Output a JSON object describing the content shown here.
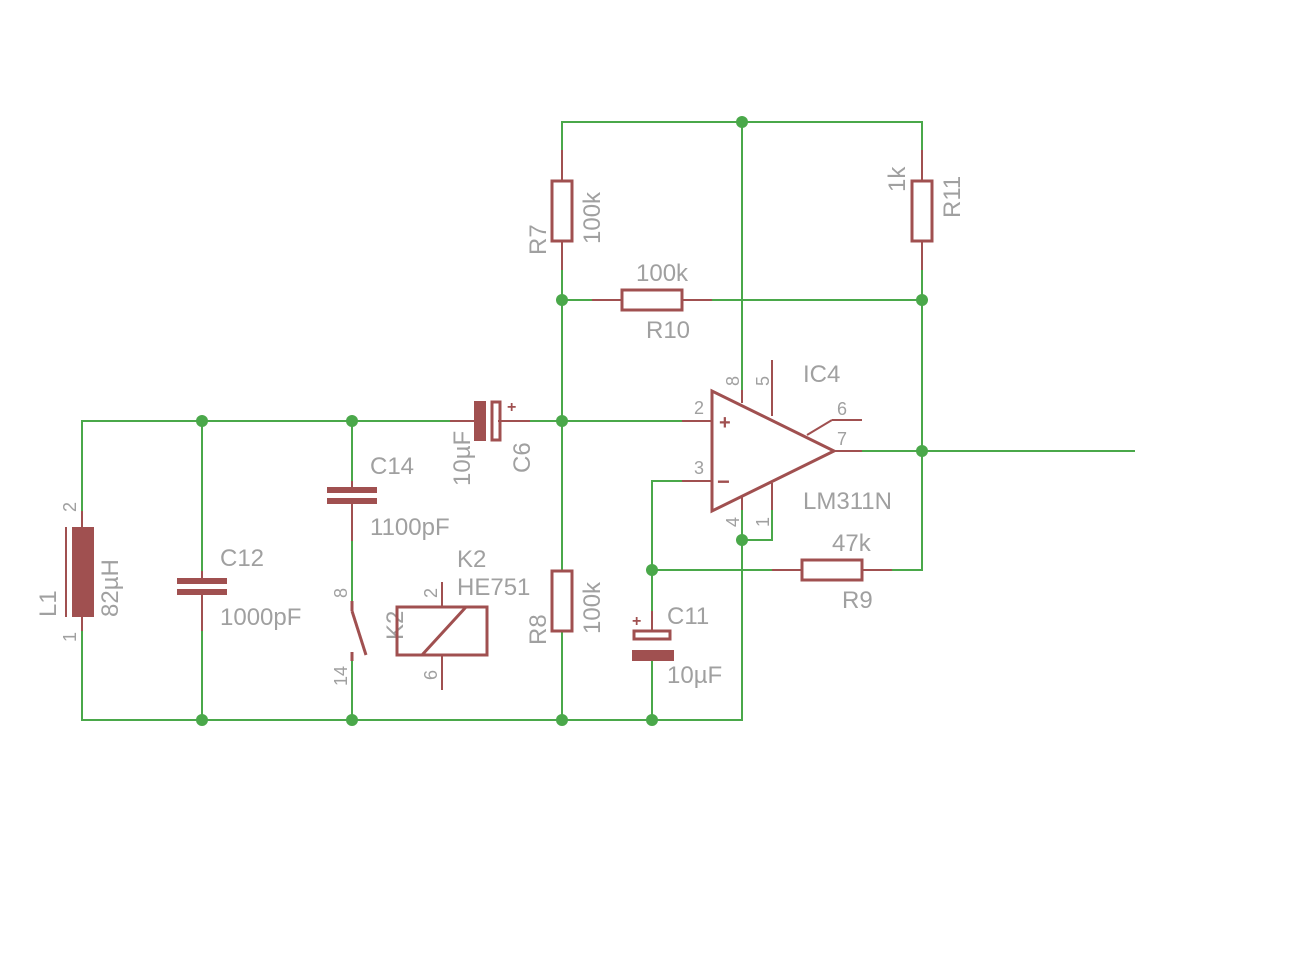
{
  "components": {
    "L1": {
      "ref": "L1",
      "value": "82µH",
      "pins": [
        "1",
        "2"
      ]
    },
    "C12": {
      "ref": "C12",
      "value": "1000pF"
    },
    "C14": {
      "ref": "C14",
      "value": "1100pF"
    },
    "K2_switch": {
      "ref": "K2",
      "pins": [
        "8",
        "14"
      ]
    },
    "K2_coil": {
      "ref": "K2",
      "value": "HE751",
      "pins": [
        "2",
        "6"
      ]
    },
    "C6": {
      "ref": "C6",
      "value": "10µF",
      "polarity": "+"
    },
    "R7": {
      "ref": "R7",
      "value": "100k"
    },
    "R8": {
      "ref": "R8",
      "value": "100k"
    },
    "R10": {
      "ref": "R10",
      "value": "100k"
    },
    "R11": {
      "ref": "R11",
      "value": "1k"
    },
    "R9": {
      "ref": "R9",
      "value": "47k"
    },
    "C11": {
      "ref": "C11",
      "value": "10µF",
      "polarity": "+"
    },
    "IC4": {
      "ref": "IC4",
      "value": "LM311N",
      "plus": "+",
      "minus": "−",
      "pins": {
        "p2": "2",
        "p3": "3",
        "p4": "4",
        "p1": "1",
        "p5": "5",
        "p6": "6",
        "p7": "7",
        "p8": "8"
      }
    }
  },
  "colors": {
    "wire": "#4aa84a",
    "symbol": "#a05050",
    "label": "#a0a0a0"
  }
}
